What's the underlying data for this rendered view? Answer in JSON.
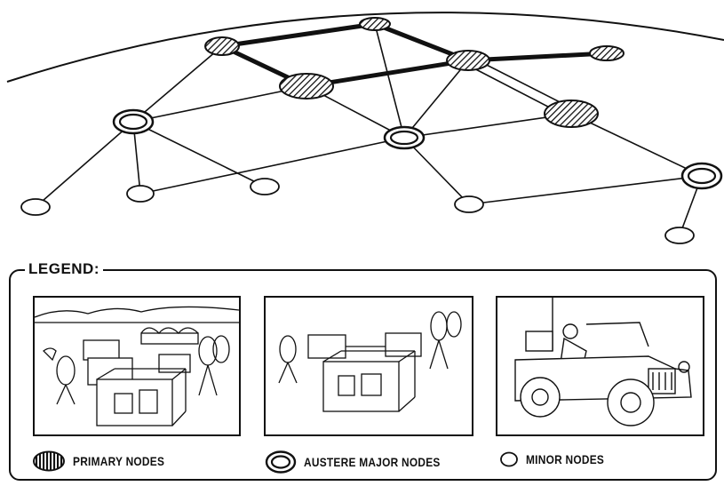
{
  "legend": {
    "title": "LEGEND:",
    "items": [
      {
        "key": "primary",
        "label": "PRIMARY NODES"
      },
      {
        "key": "austere",
        "label": "AUSTERE MAJOR NODES"
      },
      {
        "key": "minor",
        "label": "MINOR NODES"
      }
    ]
  },
  "colors": {
    "ink": "#111111",
    "background": "#ffffff"
  }
}
